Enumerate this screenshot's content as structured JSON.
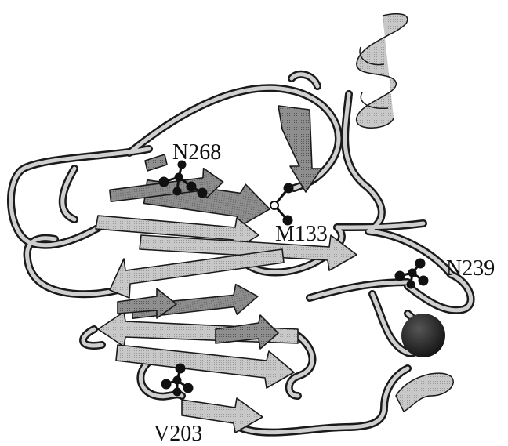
{
  "figure": {
    "residues": [
      {
        "id": "n268",
        "label": "N268"
      },
      {
        "id": "m133",
        "label": "M133"
      },
      {
        "id": "n239",
        "label": "N239"
      },
      {
        "id": "v203",
        "label": "V203"
      }
    ]
  },
  "colors": {
    "ribbon_light": "#c4c4c4",
    "ribbon_dark": "#8a8a8a",
    "outline": "#1a1a1a",
    "atom": "#111111",
    "ion": "#1b1b1b"
  }
}
